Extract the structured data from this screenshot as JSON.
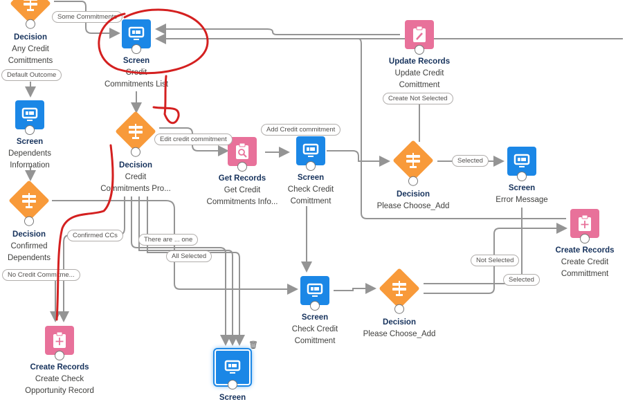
{
  "nodes": [
    {
      "id": "decision-any-credit",
      "kind": "decision",
      "type": "Decision",
      "label": [
        "Any Credit",
        "Comittments"
      ]
    },
    {
      "id": "screen-credit-list",
      "kind": "screen",
      "type": "Screen",
      "label": [
        "Credit",
        "Commitments List"
      ]
    },
    {
      "id": "screen-dependents",
      "kind": "screen",
      "type": "Screen",
      "label": [
        "Dependents",
        "Information"
      ]
    },
    {
      "id": "decision-credit-pro",
      "kind": "decision",
      "type": "Decision",
      "label": [
        "Credit",
        "Commitments Pro..."
      ]
    },
    {
      "id": "get-records",
      "kind": "get",
      "type": "Get Records",
      "label": [
        "Get Credit",
        "Commitments Info..."
      ]
    },
    {
      "id": "screen-check-1",
      "kind": "screen",
      "type": "Screen",
      "label": [
        "Check Credit",
        "Comittment"
      ]
    },
    {
      "id": "update-records",
      "kind": "update",
      "type": "Update Records",
      "label": [
        "Update Credit",
        "Comittment"
      ]
    },
    {
      "id": "decision-choose-1",
      "kind": "decision",
      "type": "Decision",
      "label": [
        "Please Choose_Add"
      ]
    },
    {
      "id": "screen-error",
      "kind": "screen",
      "type": "Screen",
      "label": [
        "Error Message"
      ]
    },
    {
      "id": "decision-confirmed",
      "kind": "decision",
      "type": "Decision",
      "label": [
        "Confirmed",
        "Dependents"
      ]
    },
    {
      "id": "create-credit",
      "kind": "create",
      "type": "Create Records",
      "label": [
        "Create Credit",
        "Committment"
      ]
    },
    {
      "id": "screen-check-2",
      "kind": "screen",
      "type": "Screen",
      "label": [
        "Check Credit",
        "Comittment"
      ]
    },
    {
      "id": "decision-choose-2",
      "kind": "decision",
      "type": "Decision",
      "label": [
        "Please Choose_Add"
      ]
    },
    {
      "id": "create-check-opp",
      "kind": "create",
      "type": "Create Records",
      "label": [
        "Create Check",
        "Opportunity Record"
      ]
    },
    {
      "id": "screen-selected",
      "kind": "screen",
      "type": "Screen",
      "label": [],
      "selected": true
    }
  ],
  "connector_labels": [
    "Some Commitments",
    "Default Outcome",
    "Edit credit commitment",
    "Add Credit commitment",
    "Create Not Selected",
    "Selected",
    "Confirmed CCs",
    "There are ... one",
    "All Selected",
    "No Credit Commitme...",
    "Not Selected",
    "Selected"
  ],
  "colors": {
    "screen": "#1b87e6",
    "decision": "#f89a3a",
    "record": "#e8719a",
    "connector": "#949494",
    "annotation": "#d42020"
  },
  "icons": {
    "delete": "trash-icon"
  }
}
